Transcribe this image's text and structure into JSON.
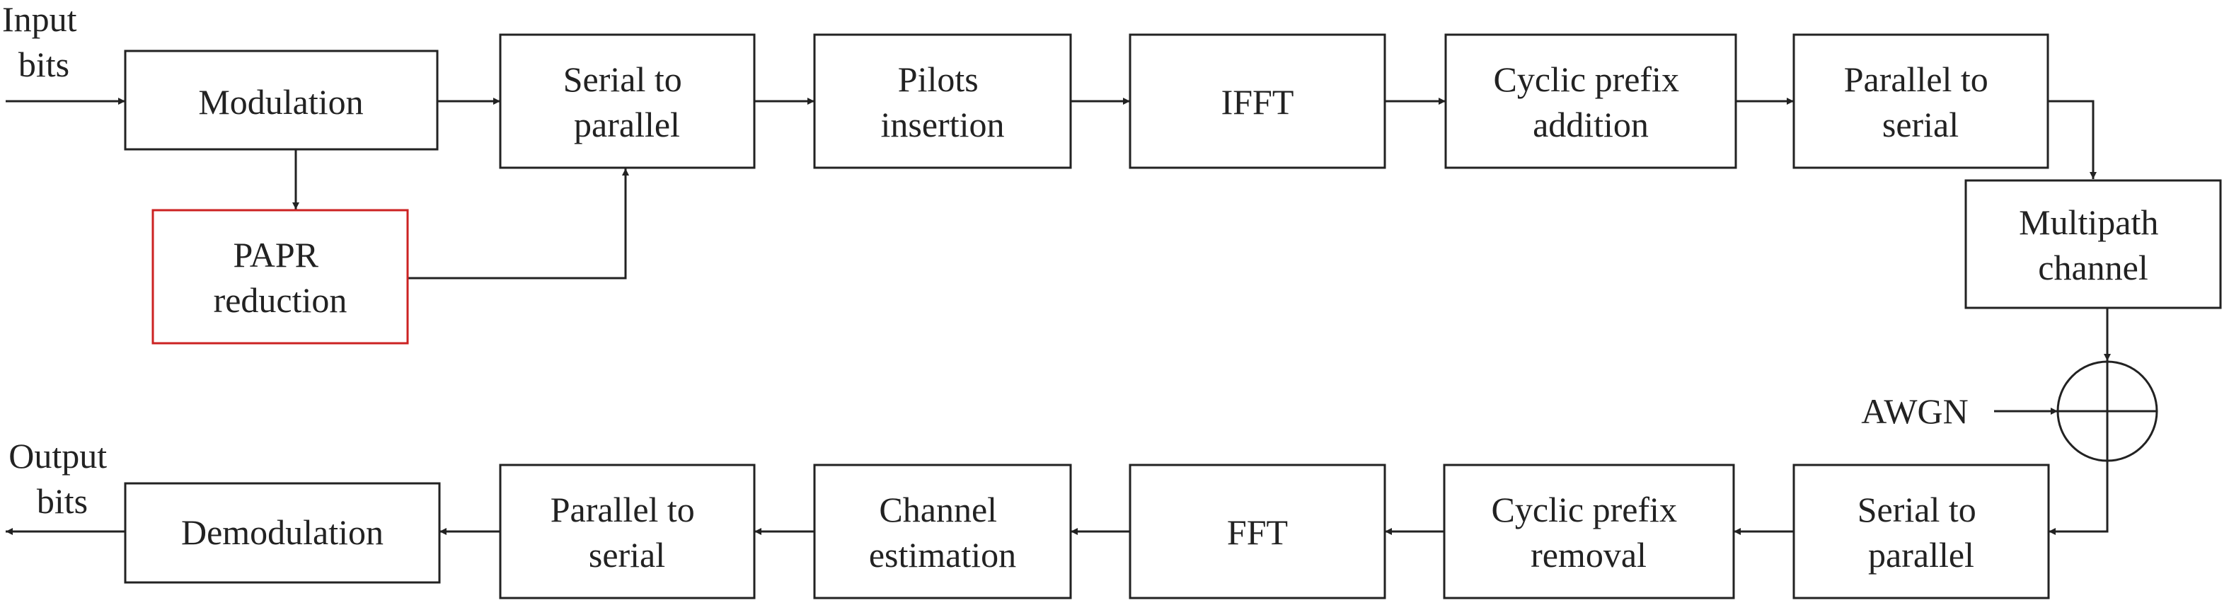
{
  "diagram": {
    "labels": {
      "input": [
        "Input",
        "bits"
      ],
      "output": [
        "Output",
        "bits"
      ],
      "awgn": "AWGN"
    },
    "blocks": {
      "modulation": [
        "Modulation"
      ],
      "papr": [
        "PAPR",
        "reduction"
      ],
      "s2p_tx": [
        "Serial to",
        "parallel"
      ],
      "pilots": [
        "Pilots",
        "insertion"
      ],
      "ifft": [
        "IFFT"
      ],
      "cp_add": [
        "Cyclic prefix",
        "addition"
      ],
      "p2s_tx": [
        "Parallel to",
        "serial"
      ],
      "multipath": [
        "Multipath",
        "channel"
      ],
      "s2p_rx": [
        "Serial to",
        "parallel"
      ],
      "cp_rm": [
        "Cyclic prefix",
        "removal"
      ],
      "fft": [
        "FFT"
      ],
      "chan_est": [
        "Channel",
        "estimation"
      ],
      "p2s_rx": [
        "Parallel to",
        "serial"
      ],
      "demod": [
        "Demodulation"
      ]
    },
    "colors": {
      "line": "#222222",
      "highlight_border": "#cc2222",
      "background": "#ffffff"
    }
  }
}
